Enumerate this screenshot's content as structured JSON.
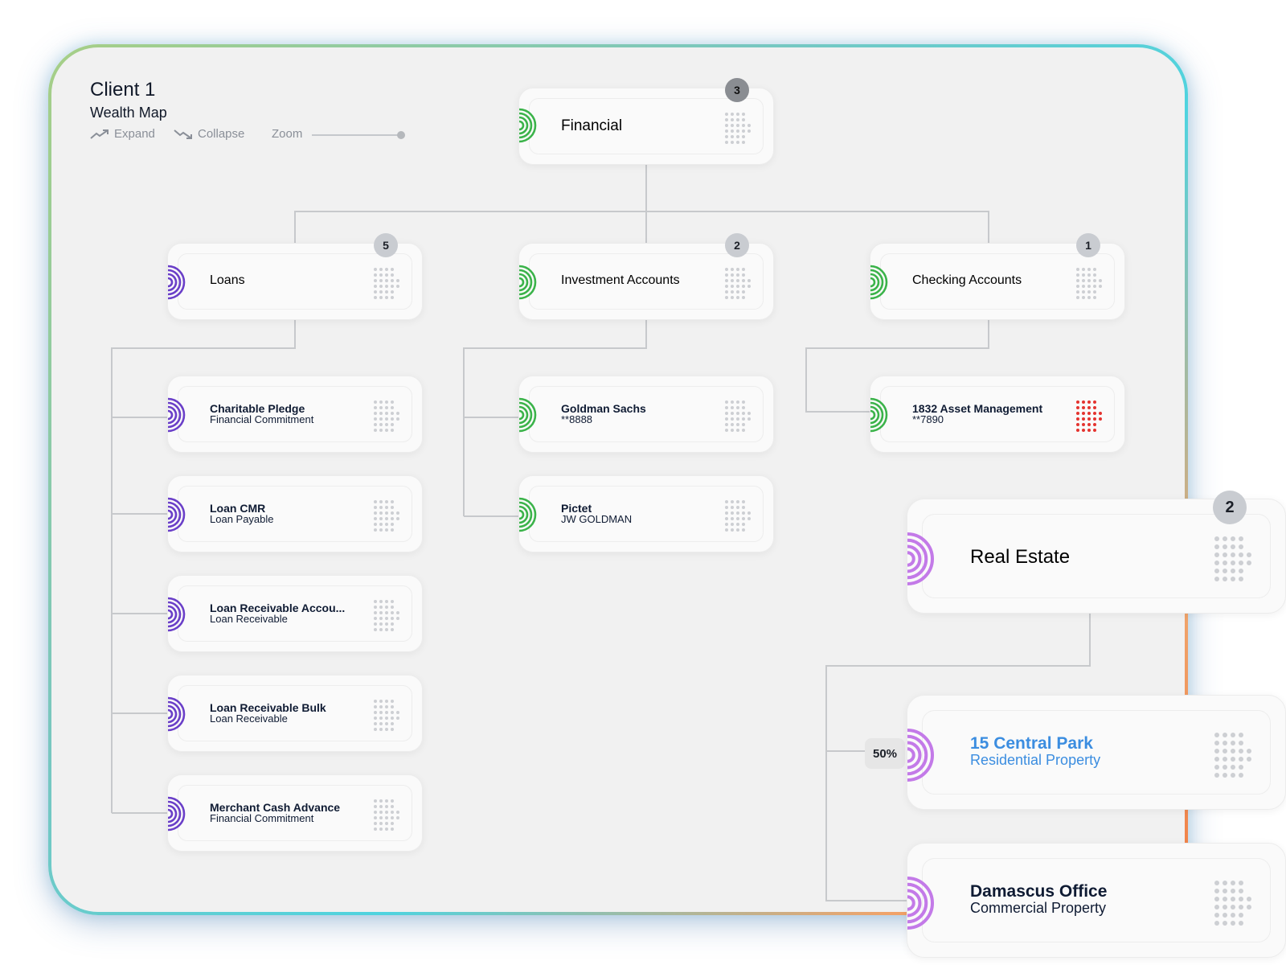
{
  "header": {
    "title": "Client 1",
    "subtitle": "Wealth Map"
  },
  "toolbar": {
    "expand": "Expand",
    "collapse": "Collapse",
    "zoom": "Zoom"
  },
  "colors": {
    "green": "#3bb34a",
    "purple": "#6a3fc8",
    "lavender": "#c37ae8",
    "link_blue": "#3b8de0",
    "grip_red": "#e4332f"
  },
  "nodes": {
    "financial": {
      "title": "Financial",
      "badge": "3",
      "icon": "arc-icon-green"
    },
    "loans": {
      "title": "Loans",
      "badge": "5",
      "icon": "arc-icon-purple"
    },
    "investment": {
      "title": "Investment Accounts",
      "badge": "2",
      "icon": "arc-icon-green"
    },
    "checking": {
      "title": "Checking Accounts",
      "badge": "1",
      "icon": "arc-icon-green"
    },
    "charitable": {
      "title": "Charitable Pledge",
      "sub": "Financial Commitment"
    },
    "loancmr": {
      "title": "Loan CMR",
      "sub": "Loan Payable"
    },
    "loanrecv": {
      "title": "Loan Receivable Accou...",
      "sub": "Loan Receivable"
    },
    "loanbulk": {
      "title": "Loan Receivable Bulk",
      "sub": "Loan Receivable"
    },
    "merchant": {
      "title": "Merchant Cash Advance",
      "sub": "Financial Commitment"
    },
    "goldman": {
      "title": "Goldman Sachs",
      "sub": "**8888"
    },
    "pictet": {
      "title": "Pictet",
      "sub": "JW GOLDMAN"
    },
    "asset1832": {
      "title": "1832 Asset Management",
      "sub": "**7890"
    },
    "realestate": {
      "title": "Real Estate",
      "badge": "2"
    },
    "centralpark": {
      "title": "15 Central Park",
      "sub": "Residential Property",
      "ownership": "50%"
    },
    "damascus": {
      "title": "Damascus Office",
      "sub": "Commercial Property"
    }
  }
}
